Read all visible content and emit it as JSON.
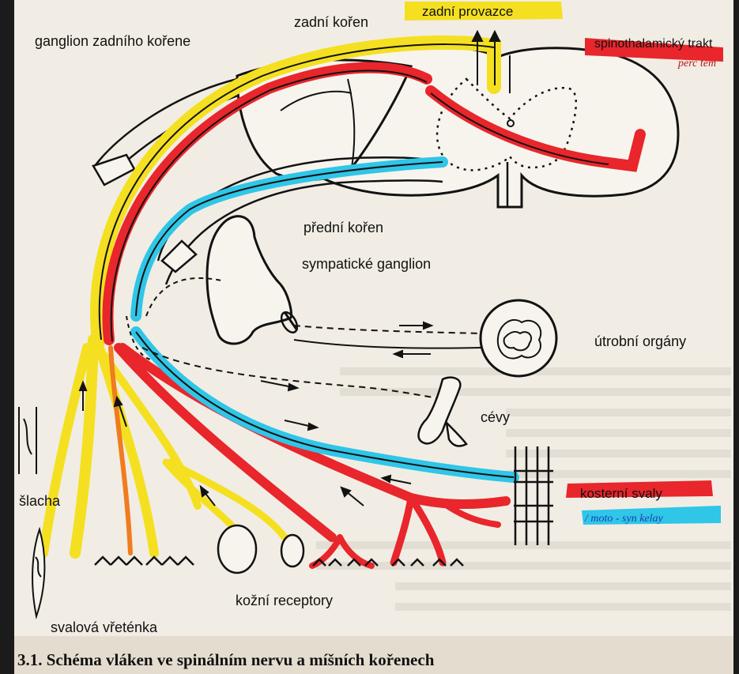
{
  "labels": {
    "dorsal_column": "zadní provazce",
    "dorsal_root": "zadní kořen",
    "dorsal_root_ganglion": "ganglion zadního kořene",
    "spinothalamic_tract": "spinothalamický trakt",
    "handwritten_note_red": "perc tem",
    "ventral_root": "přední kořen",
    "sympathetic_ganglion": "sympatické ganglion",
    "visceral_organs": "útrobní orgány",
    "vessels": "cévy",
    "skeletal_muscles": "kosterní svaly",
    "handwritten_note_blue": "/ moto - syn kelay",
    "tendon": "šlacha",
    "muscle_spindles": "svalová vřeténka",
    "skin_receptors": "kožní receptory",
    "caption": "3.1. Schéma vláken ve spinálním nervu a míšních kořenech"
  },
  "colors": {
    "page": "#f1ede4",
    "sensory_yellow": "#f4e021",
    "spinothalamic_red": "#e8262b",
    "motor_blue": "#2fc6e8",
    "ink": "#121212"
  }
}
